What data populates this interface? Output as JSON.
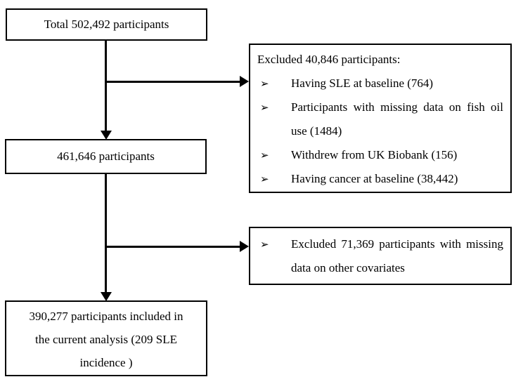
{
  "flowchart": {
    "bullet_glyph": "➢",
    "total_box": {
      "label": "Total 502,492 participants"
    },
    "after_exclusion_box": {
      "label": "461,646 participants"
    },
    "final_box": {
      "lines": [
        "390,277 participants included in",
        "the current analysis (209 SLE",
        "incidence )"
      ]
    },
    "exclusion_box_1": {
      "heading": "Excluded 40,846 participants:",
      "items": [
        "Having SLE at baseline (764)",
        "Participants with missing data on fish oil use (1484)",
        "Withdrew from UK Biobank (156)",
        "Having cancer at baseline (38,442)"
      ]
    },
    "exclusion_box_2": {
      "items": [
        "Excluded 71,369 participants with missing data on other covariates"
      ]
    }
  },
  "colors": {
    "line": "#000000",
    "background": "#ffffff",
    "text": "#000000"
  }
}
